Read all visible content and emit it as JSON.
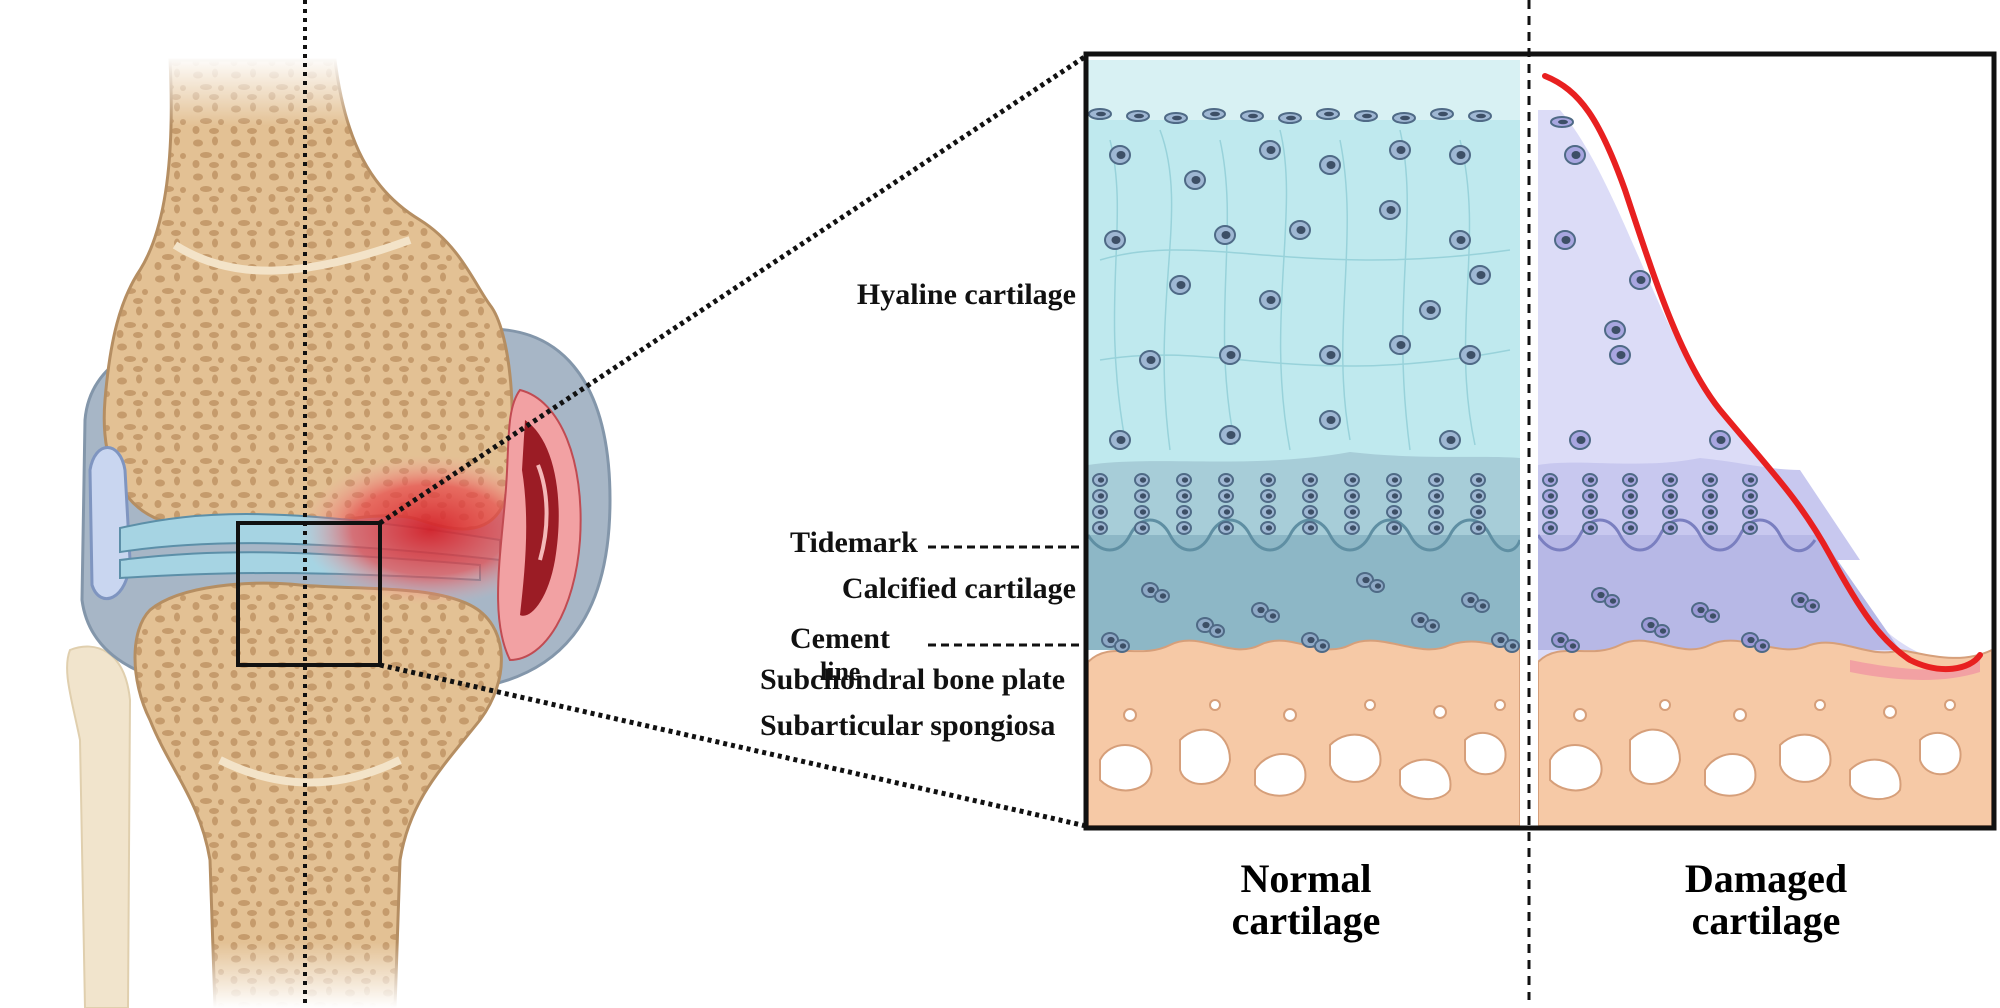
{
  "labels": {
    "hyaline": "Hyaline cartilage",
    "tidemark": "Tidemark",
    "calcified": "Calcified cartilage",
    "cement_1": "Cement",
    "cement_2": "line",
    "subchondral": "Subchondral bone plate",
    "subarticular": "Subarticular spongiosa"
  },
  "captions": {
    "normal_1": "Normal",
    "normal_2": "cartilage",
    "damaged_1": "Damaged",
    "damaged_2": "cartilage"
  },
  "colors": {
    "bone": "#e9cfa6",
    "bone_pore": "#c9a176",
    "cartilage_normal": "#bfe9ee",
    "cartilage_damaged": "#dcdcf7",
    "deep_zone": "#8fb8c7",
    "subchondral": "#f6c9a6",
    "inflammation": "#e8474a",
    "damage_line": "#e82020",
    "synovium": "#9fb2c4"
  }
}
